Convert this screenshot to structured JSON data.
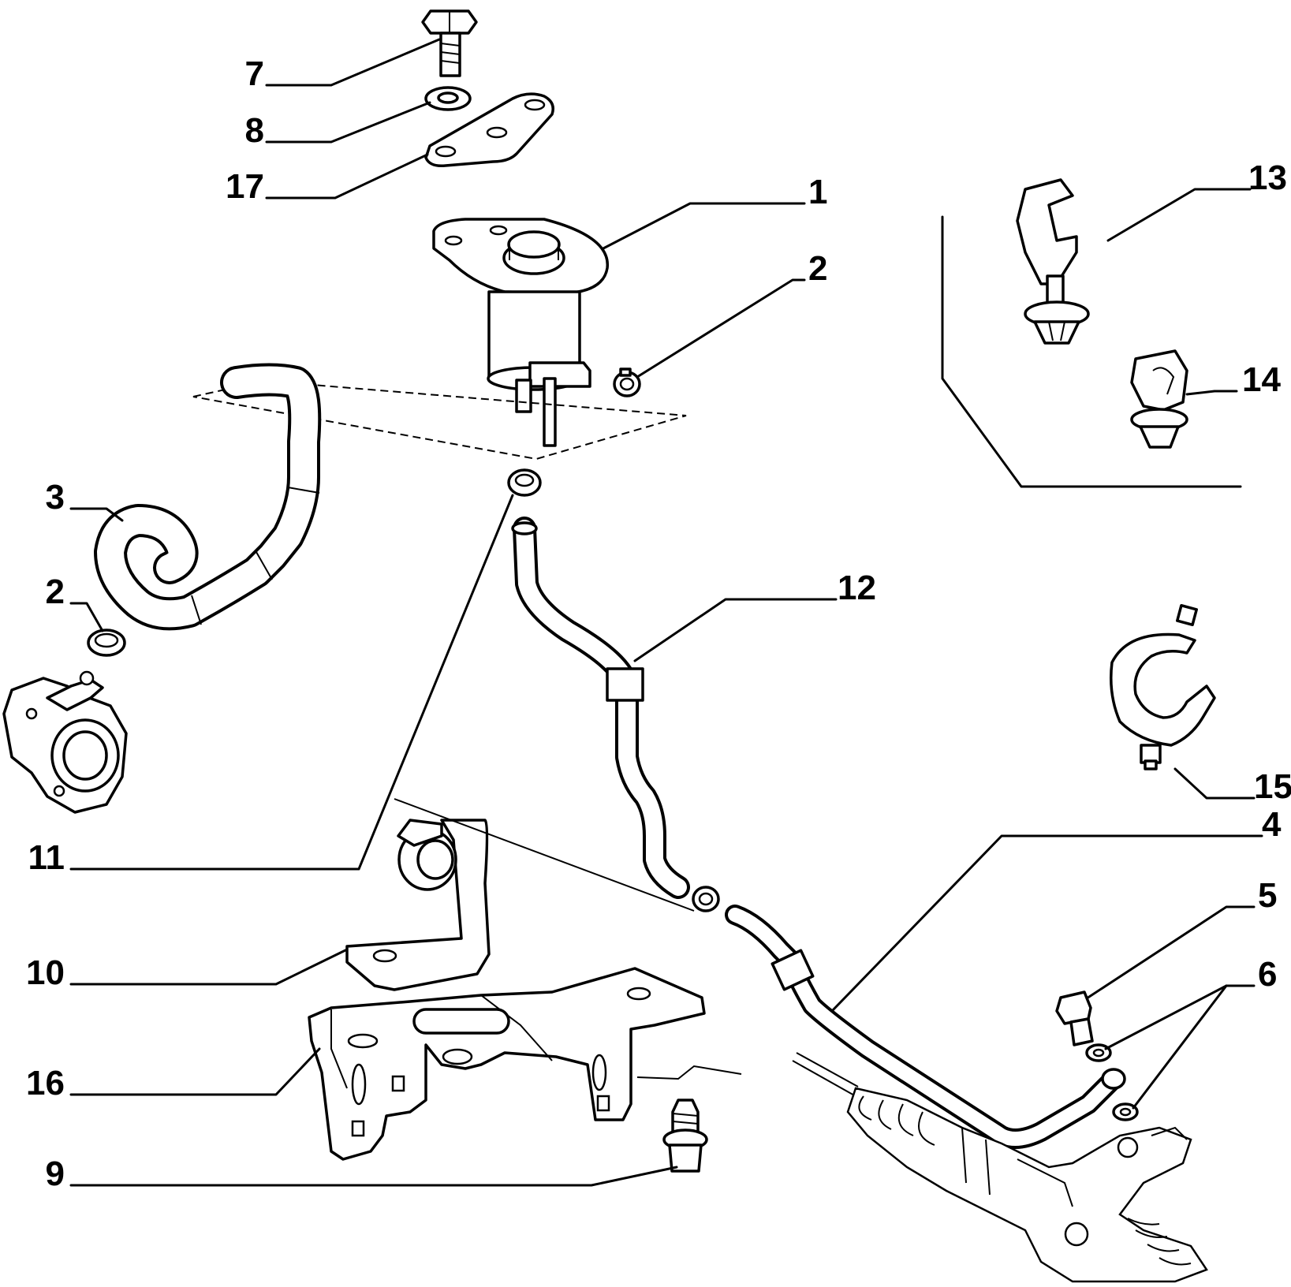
{
  "diagram": {
    "callouts": [
      {
        "id": "c7",
        "label": "7"
      },
      {
        "id": "c8",
        "label": "8"
      },
      {
        "id": "c17",
        "label": "17"
      },
      {
        "id": "c1",
        "label": "1"
      },
      {
        "id": "c2a",
        "label": "2"
      },
      {
        "id": "c13",
        "label": "13"
      },
      {
        "id": "c14",
        "label": "14"
      },
      {
        "id": "c3",
        "label": "3"
      },
      {
        "id": "c2b",
        "label": "2"
      },
      {
        "id": "c12",
        "label": "12"
      },
      {
        "id": "c15",
        "label": "15"
      },
      {
        "id": "c11",
        "label": "11"
      },
      {
        "id": "c4",
        "label": "4"
      },
      {
        "id": "c5",
        "label": "5"
      },
      {
        "id": "c6",
        "label": "6"
      },
      {
        "id": "c10",
        "label": "10"
      },
      {
        "id": "c16",
        "label": "16"
      },
      {
        "id": "c9",
        "label": "9"
      }
    ]
  }
}
